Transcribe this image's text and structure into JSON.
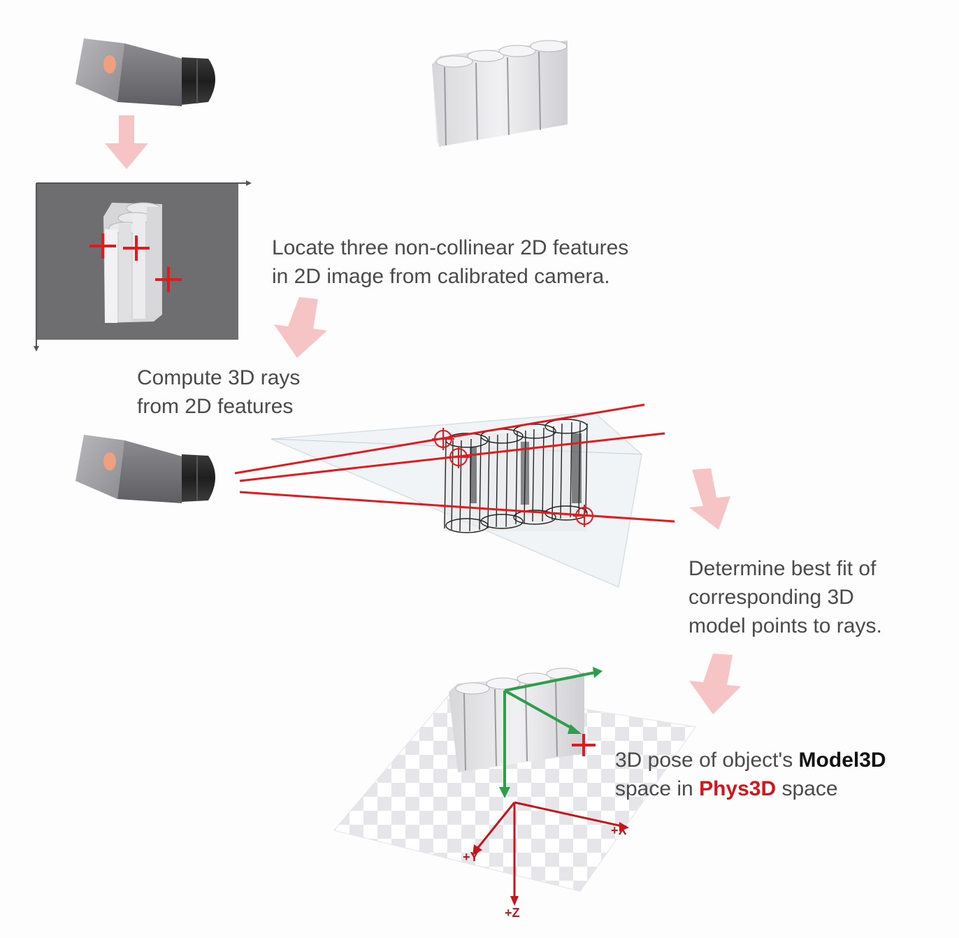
{
  "captions": {
    "locate": [
      "Locate three non-collinear 2D features",
      "in 2D image from calibrated camera."
    ],
    "rays": [
      "Compute 3D rays",
      "from 2D features"
    ],
    "bestfit": [
      "Determine best fit of",
      "corresponding 3D",
      "model points to rays."
    ],
    "pose": {
      "line1_pre": "3D pose of object's ",
      "line1_bold": "Model3D",
      "line2_pre": "space in ",
      "line2_red": "Phys3D",
      "line2_post": " space"
    }
  },
  "axes": {
    "x": "+X",
    "y": "+Y",
    "z": "+Z"
  },
  "colors": {
    "arrow_fill": "#f7c4c6",
    "ray_red": "#e01a1f",
    "model_axis_green": "#2e9e4a",
    "phys_axis_red": "#c4151b",
    "image_bg": "#6e6e70",
    "camera_body": "#9a9a9e",
    "lens": "#2b2b2b"
  }
}
